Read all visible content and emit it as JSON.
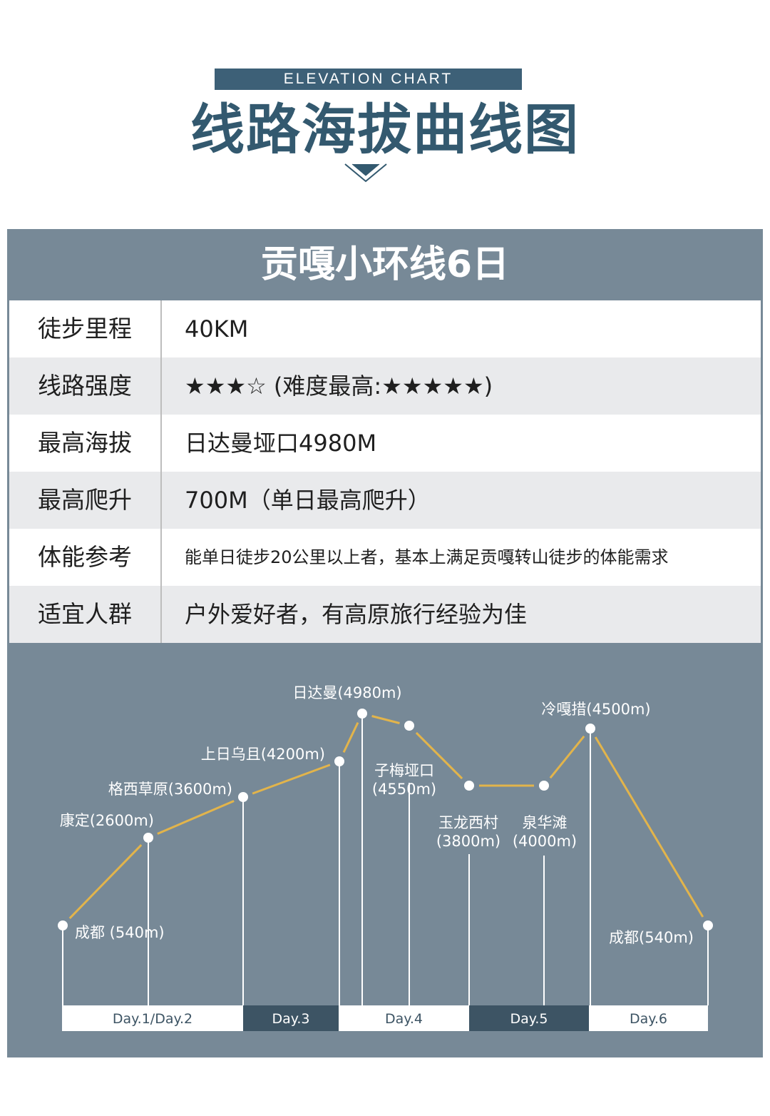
{
  "header": {
    "banner": "ELEVATION CHART",
    "title": "线路海拔曲线图"
  },
  "route": {
    "title": "贡嘎小环线6日",
    "rows": [
      {
        "label": "徒步里程",
        "value": "40KM"
      },
      {
        "label": "线路强度",
        "value": "★★★☆ (难度最高:★★★★★)"
      },
      {
        "label": "最高海拔",
        "value": "日达曼垭口4980M"
      },
      {
        "label": "最高爬升",
        "value": "700M（单日最高爬升）"
      },
      {
        "label": "体能参考",
        "value": "能单日徒步20公里以上者，基本上满足贡嘎转山徒步的体能需求"
      },
      {
        "label": "适宜人群",
        "value": "户外爱好者，有高原旅行经验为佳"
      }
    ]
  },
  "colors": {
    "banner": "#3d6077",
    "title": "#33596f",
    "panel": "#778997",
    "line": "#e2b44b",
    "point": "#ffffff",
    "day_dark": "#3d5464",
    "day_light": "#ffffff"
  },
  "chart_data": {
    "type": "line",
    "points": [
      {
        "name": "成都",
        "elevation": 540,
        "label": "成都 (540m)",
        "day": "Day.1/Day.2"
      },
      {
        "name": "康定",
        "elevation": 2600,
        "label": "康定(2600m)",
        "day": "Day.1/Day.2"
      },
      {
        "name": "格西草原",
        "elevation": 3600,
        "label": "格西草原(3600m)",
        "day": "Day.1/Day.2"
      },
      {
        "name": "上日乌且",
        "elevation": 4200,
        "label": "上日乌且(4200m)",
        "day": "Day.3"
      },
      {
        "name": "日达曼",
        "elevation": 4980,
        "label": "日达曼(4980m)",
        "day": "Day.4"
      },
      {
        "name": "子梅垭口",
        "elevation": 4550,
        "label": "子梅垭口\n(4550m)",
        "day": "Day.4"
      },
      {
        "name": "玉龙西村",
        "elevation": 3800,
        "label": "玉龙西村\n(3800m)",
        "day": "Day.5"
      },
      {
        "name": "泉华滩",
        "elevation": 4000,
        "label": "泉华滩\n(4000m)",
        "day": "Day.5"
      },
      {
        "name": "冷嘎措",
        "elevation": 4500,
        "label": "冷嘎措(4500m)",
        "day": "Day.6"
      },
      {
        "name": "成都",
        "elevation": 540,
        "label": "成都(540m)",
        "day": "Day.6"
      }
    ],
    "days": [
      "Day.1/Day.2",
      "Day.3",
      "Day.4",
      "Day.5",
      "Day.6"
    ],
    "day_styles": [
      "light",
      "dark",
      "light",
      "dark",
      "light"
    ]
  }
}
